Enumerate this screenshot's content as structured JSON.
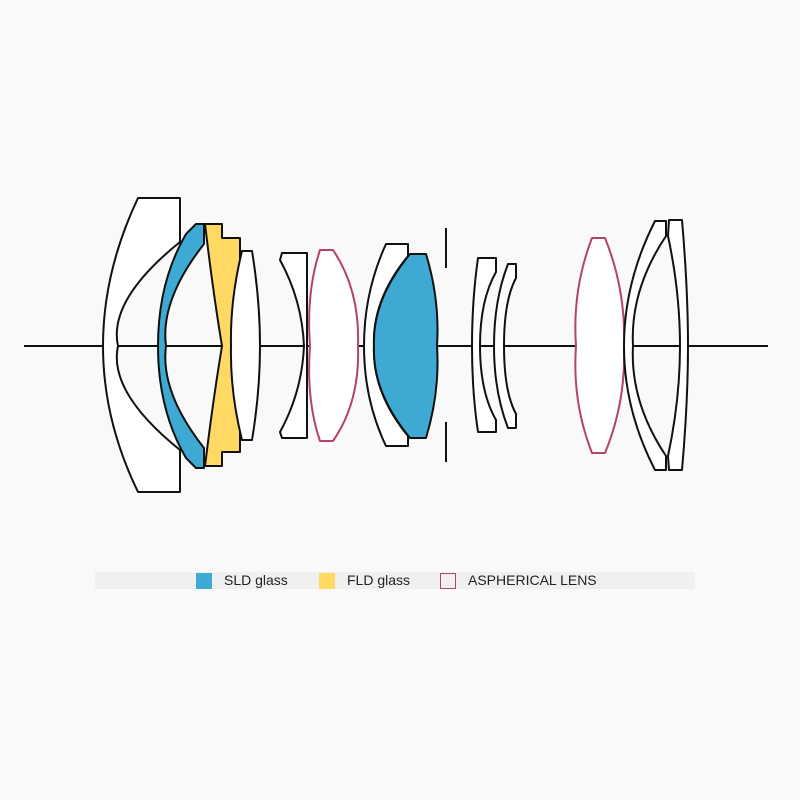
{
  "legend": {
    "items": [
      {
        "key": "sld",
        "label": "SLD glass",
        "color": "#3ea9d3",
        "style": "fill"
      },
      {
        "key": "fld",
        "label": "FLD glass",
        "color": "#ffd963",
        "style": "fill"
      },
      {
        "key": "asph",
        "label": "ASPHERICAL LENS",
        "color": "#b3426f",
        "style": "outline"
      }
    ]
  },
  "colors": {
    "background": "#f9f9f9",
    "legend_bar": "#f0f0f0",
    "lens_fill": "#ffffff",
    "lens_stroke": "#111111",
    "sld": "#3ea9d3",
    "fld": "#ffd963",
    "aspherical_stroke": "#b3426f"
  },
  "lens_elements": [
    {
      "group": 1,
      "element": 1,
      "glass": "normal",
      "aspherical": false
    },
    {
      "group": 1,
      "element": 2,
      "glass": "sld",
      "aspherical": false
    },
    {
      "group": 1,
      "element": 3,
      "glass": "fld",
      "aspherical": false
    },
    {
      "group": 1,
      "element": 4,
      "glass": "normal",
      "aspherical": false
    },
    {
      "group": 2,
      "element": 5,
      "glass": "normal",
      "aspherical": false
    },
    {
      "group": 2,
      "element": 6,
      "glass": "normal",
      "aspherical": true
    },
    {
      "group": 2,
      "element": 7,
      "glass": "normal",
      "aspherical": false
    },
    {
      "group": 2,
      "element": 8,
      "glass": "sld",
      "aspherical": false
    },
    {
      "group": 3,
      "element": 9,
      "glass": "normal",
      "aspherical": false
    },
    {
      "group": 3,
      "element": 10,
      "glass": "normal",
      "aspherical": false
    },
    {
      "group": 4,
      "element": 11,
      "glass": "normal",
      "aspherical": true
    },
    {
      "group": 4,
      "element": 12,
      "glass": "normal",
      "aspherical": false
    },
    {
      "group": 4,
      "element": 13,
      "glass": "normal",
      "aspherical": false
    }
  ]
}
